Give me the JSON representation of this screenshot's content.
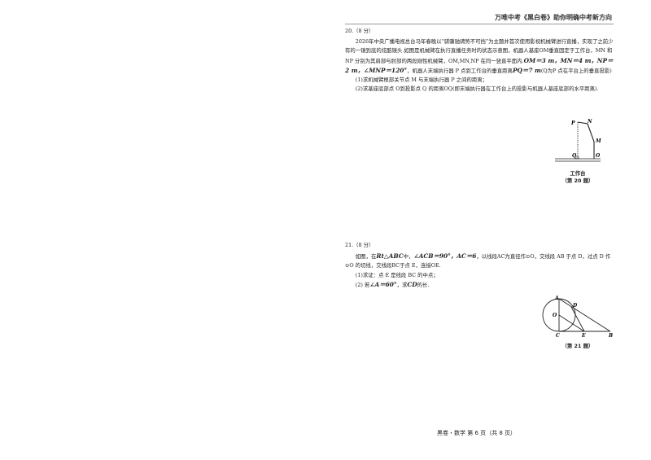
{
  "header": {
    "title": "万唯中考《黑白卷》助你明确中考新方向"
  },
  "q20": {
    "number": "20.（8 分）",
    "p1": "2026年中央广播电视总台马年春晚以“骐骥驰骋势不可挡”为主题并首次使用影视机械臂进行直播，实现了之前少有的一镜到底的炫酷镜头.如图是机械臂在执行直播任务时的状态示意图，机器人基座OM垂直固定于工作台，MN 和 NP 分别为其肩部与肘部的两段刚性机械臂，OM,MN,NP 在同一竖直平面内.",
    "m1": "OM＝3 m，MN＝4 m，NP＝2 m，∠MNP＝120°",
    "p1b": "，机器人末端执行器 P 点到工作台的垂直距离",
    "m2": "PQ＝7 m",
    "p1c": "(Q为P 点在平台上的垂直投影)",
    "s1": "(1)求机械臂根部关节点 M 与末端执行器 P 之间的距离；",
    "s2": "(2)求基座底部点 O到投影点 Q 的距离OQ(即末端执行器在工作台上的投影与机器人基座底部的水平距离).",
    "fig_labels": {
      "P": "P",
      "N": "N",
      "M": "M",
      "Q": "Q",
      "O": "O"
    },
    "fig_table": "工作台",
    "fig_caption": "（第 20 题）"
  },
  "q21": {
    "number": "21.（8 分）",
    "p1a": "如图，在",
    "m1": "Rt△ABC",
    "p1b": "中，",
    "m2": "∠ACB＝90°，AC＝6",
    "p1c": "，以线段AC为直径作⊙O，交线段 AB 于点 D，过点 D 作⊙O 的切线，交线段BC于点 E，连接OE.",
    "s1": "(1)求证：点 E 是线段 BC 的中点；",
    "s2a": "(2) 若",
    "m3": "∠A＝60°",
    "s2b": "，求",
    "arc": "CD",
    "s2c": "的长.",
    "fig_labels": {
      "A": "A",
      "D": "D",
      "O": "O",
      "C": "C",
      "E": "E",
      "B": "B"
    },
    "fig_caption": "（第 21 题）"
  },
  "footer": {
    "page": "黑卷・数学 第 6 页（共 8 页）"
  }
}
